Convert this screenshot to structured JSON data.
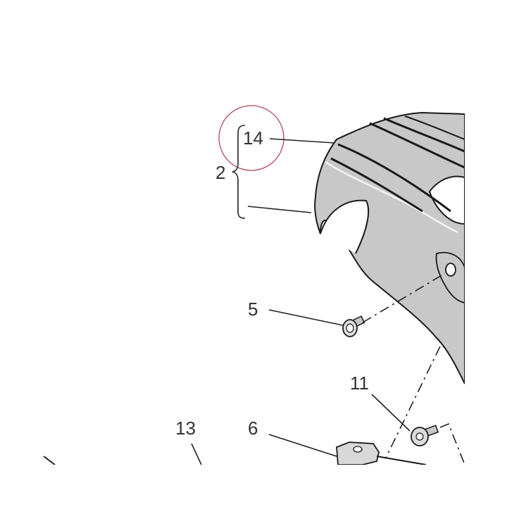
{
  "callouts": {
    "c14": "14",
    "c2": "2",
    "c5": "5",
    "c11": "11",
    "c13": "13",
    "c6": "6"
  },
  "colors": {
    "part_fill": "#c8c8c8",
    "stripe": "#1a1a1a",
    "highlight_circle": "#b0455a"
  }
}
